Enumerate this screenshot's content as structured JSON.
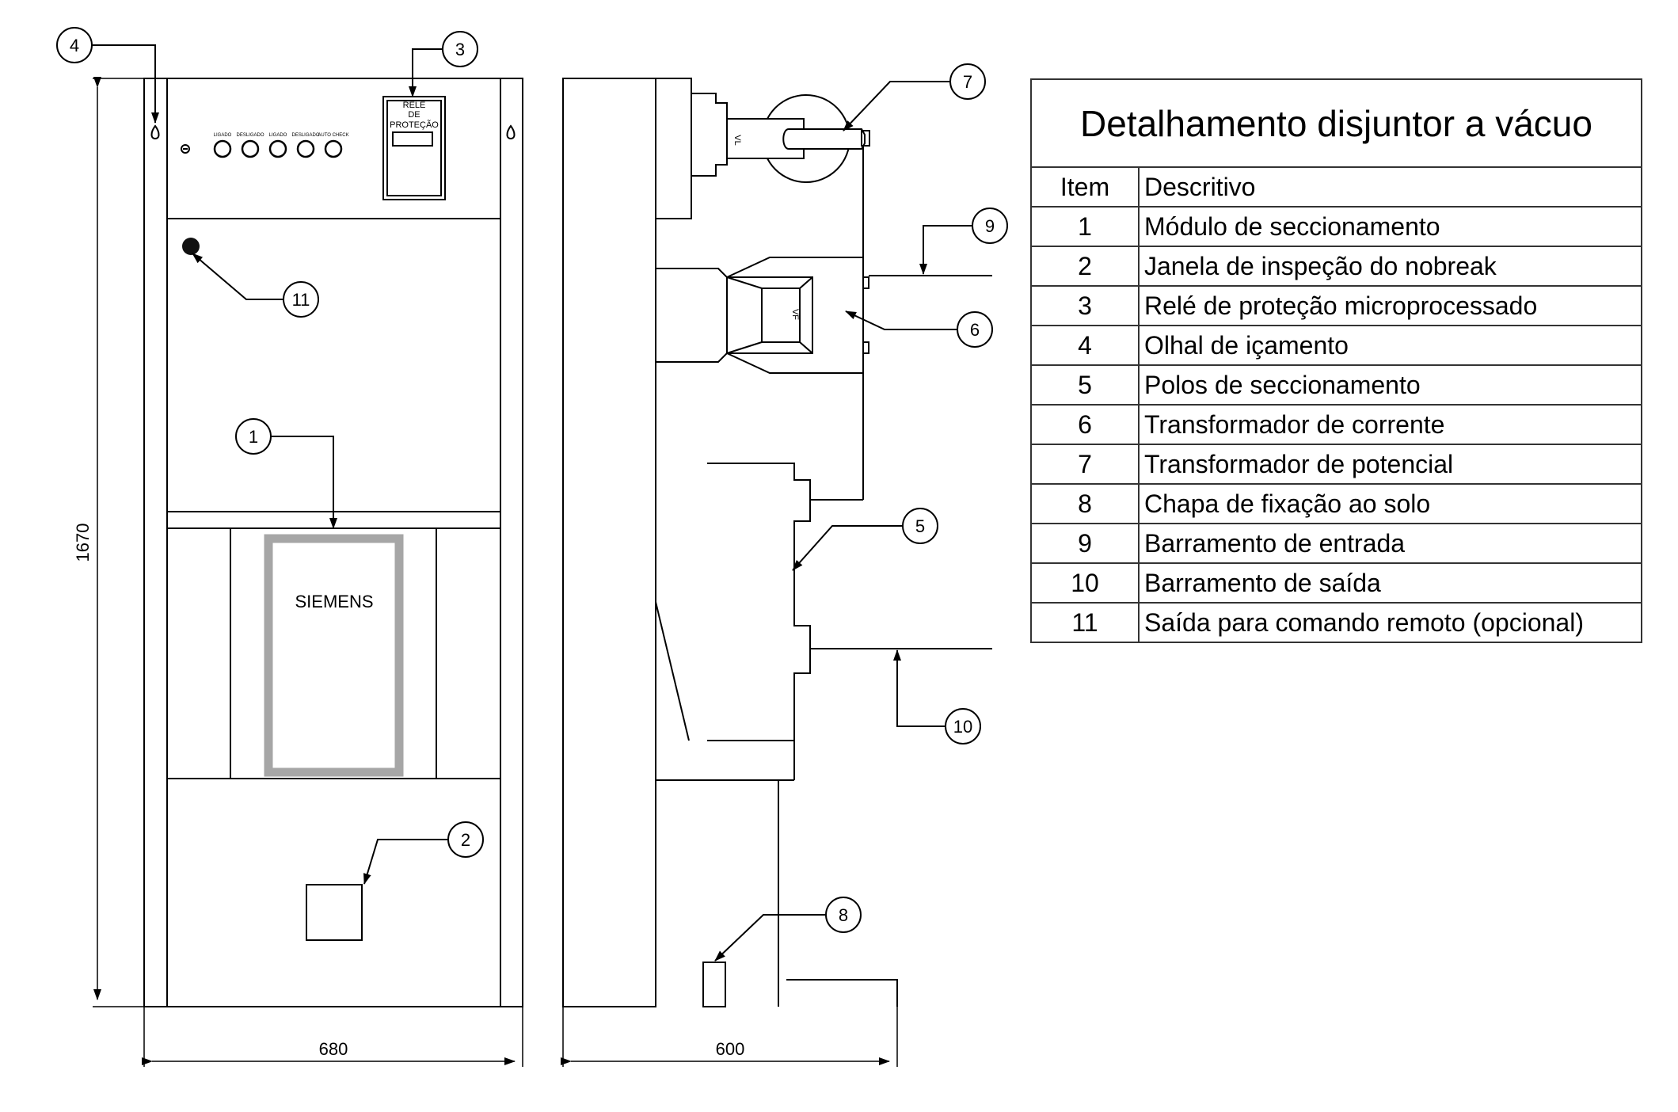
{
  "legend": {
    "title": "Detalhamento disjuntor a vácuo",
    "header": {
      "item": "Item",
      "desc": "Descritivo"
    },
    "rows": [
      {
        "item": "1",
        "desc": "Módulo de seccionamento"
      },
      {
        "item": "2",
        "desc": "Janela de inspeção do nobreak"
      },
      {
        "item": "3",
        "desc": "Relé de proteção microprocessado"
      },
      {
        "item": "4",
        "desc": "Olhal de içamento"
      },
      {
        "item": "5",
        "desc": "Polos de seccionamento"
      },
      {
        "item": "6",
        "desc": "Transformador de corrente"
      },
      {
        "item": "7",
        "desc": "Transformador de potencial"
      },
      {
        "item": "8",
        "desc": "Chapa de fixação ao solo"
      },
      {
        "item": "9",
        "desc": "Barramento de entrada"
      },
      {
        "item": "10",
        "desc": "Barramento de saída"
      },
      {
        "item": "11",
        "desc": "Saída para comando remoto (opcional)"
      }
    ]
  },
  "front": {
    "relay": [
      "RELÉ",
      "DE",
      "PROTEÇÃO"
    ],
    "buttons": [
      "LIGADO",
      "DESLIGADO",
      "LIGADO",
      "DESLIGADO",
      "AUTO CHECK"
    ],
    "brand": "SIEMENS"
  },
  "side": {
    "tp": "VL",
    "tc": "VF"
  },
  "dims": {
    "height": "1670",
    "width_front": "680",
    "width_side": "600"
  },
  "callouts": [
    "1",
    "2",
    "3",
    "4",
    "5",
    "6",
    "7",
    "8",
    "9",
    "10",
    "11"
  ],
  "colors": {
    "line": "#000000",
    "window_frame": "#a6a6a6",
    "table_border": "#333333"
  }
}
